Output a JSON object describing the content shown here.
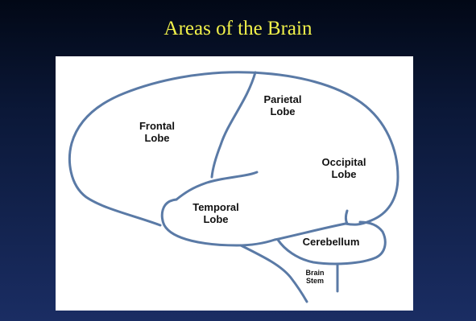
{
  "slide": {
    "title": "Areas of the Brain"
  },
  "colors": {
    "background_top": "#020816",
    "background_bottom": "#1a2d63",
    "title": "#f2f24a",
    "panel": "#ffffff",
    "outline": "#5a7aa6",
    "label_text": "#111111"
  },
  "diagram": {
    "labels": {
      "frontal_line1": "Frontal",
      "frontal_line2": "Lobe",
      "parietal_line1": "Parietal",
      "parietal_line2": "Lobe",
      "occipital_line1": "Occipital",
      "occipital_line2": "Lobe",
      "temporal_line1": "Temporal",
      "temporal_line2": "Lobe",
      "cerebellum": "Cerebellum",
      "brainstem_line1": "Brain",
      "brainstem_line2": "Stem"
    }
  }
}
